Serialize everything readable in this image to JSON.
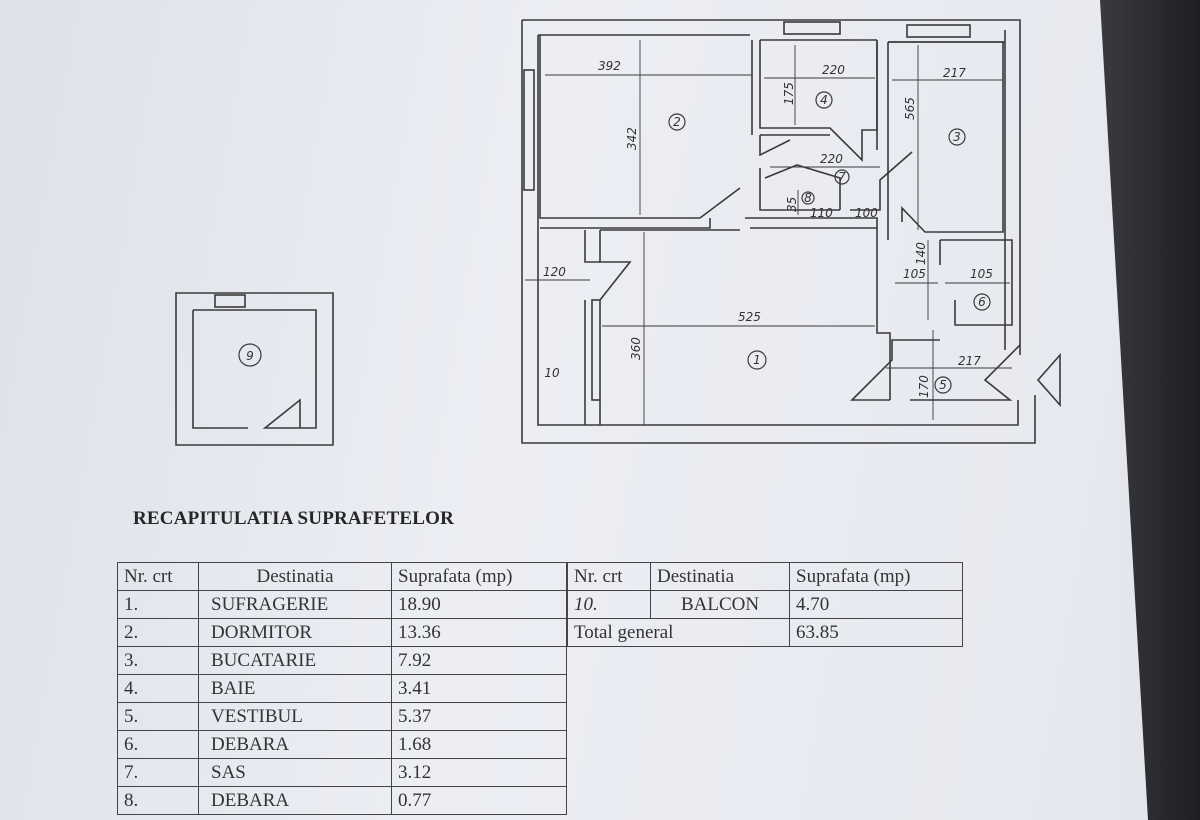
{
  "plan": {
    "dimensions": {
      "d392": "392",
      "d220a": "220",
      "d217a": "217",
      "d175": "175",
      "d342": "342",
      "d565": "565",
      "d220b": "220",
      "d110": "110",
      "d100": "100",
      "d35": "35",
      "d120": "120",
      "d525": "525",
      "d360": "360",
      "d140": "140",
      "d105a": "105",
      "d105b": "105",
      "d217b": "217",
      "d170": "170"
    },
    "rooms": {
      "r1": "1",
      "r2": "2",
      "r3": "3",
      "r4": "4",
      "r5": "5",
      "r6": "6",
      "r7": "7",
      "r8": "8",
      "r9": "9",
      "r10": "10"
    }
  },
  "summary": {
    "title": "RECAPITULATIA SUPRAFETELOR",
    "headers": [
      "Nr. crt",
      "Destinatia",
      "Suprafata (mp)"
    ],
    "rows": [
      [
        "1.",
        "SUFRAGERIE",
        "18.90"
      ],
      [
        "2.",
        "DORMITOR",
        "13.36"
      ],
      [
        "3.",
        "BUCATARIE",
        "7.92"
      ],
      [
        "4.",
        "BAIE",
        "3.41"
      ],
      [
        "5.",
        "VESTIBUL",
        "5.37"
      ],
      [
        "6.",
        "DEBARA",
        "1.68"
      ],
      [
        "7.",
        "SAS",
        "3.12"
      ],
      [
        "8.",
        "DEBARA",
        "0.77"
      ]
    ],
    "right_headers": [
      "Nr. crt",
      "Destinatia",
      "Suprafata (mp)"
    ],
    "right_row": [
      "10.",
      "BALCON",
      "4.70"
    ],
    "total_label": "Total general",
    "total_value": "63.85"
  }
}
